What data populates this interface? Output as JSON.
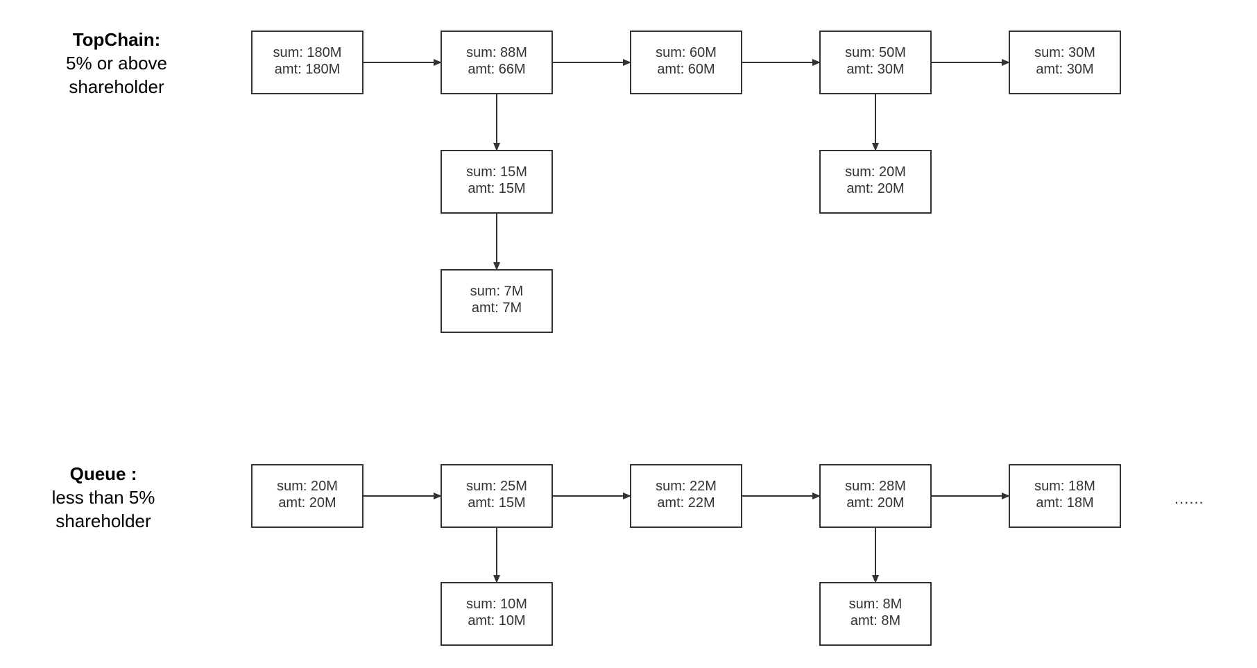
{
  "sections": {
    "top": {
      "title": "TopChain:",
      "line1": "5% or above",
      "line2": "shareholder"
    },
    "queue": {
      "title": "Queue :",
      "line1": "less than 5%",
      "line2": "shareholder"
    }
  },
  "more_marker": "......",
  "nodes": [
    {
      "id": "t1",
      "sum": "sum: 180M",
      "amt": "amt: 180M"
    },
    {
      "id": "t2",
      "sum": "sum: 88M",
      "amt": "amt: 66M"
    },
    {
      "id": "t3",
      "sum": "sum: 60M",
      "amt": "amt: 60M"
    },
    {
      "id": "t4",
      "sum": "sum: 50M",
      "amt": "amt: 30M"
    },
    {
      "id": "t5",
      "sum": "sum: 30M",
      "amt": "amt: 30M"
    },
    {
      "id": "t2a",
      "sum": "sum: 15M",
      "amt": "amt: 15M"
    },
    {
      "id": "t2b",
      "sum": "sum: 7M",
      "amt": "amt: 7M"
    },
    {
      "id": "t4a",
      "sum": "sum: 20M",
      "amt": "amt: 20M"
    },
    {
      "id": "q1",
      "sum": "sum: 20M",
      "amt": "amt: 20M"
    },
    {
      "id": "q2",
      "sum": "sum: 25M",
      "amt": "amt: 15M"
    },
    {
      "id": "q3",
      "sum": "sum: 22M",
      "amt": "amt: 22M"
    },
    {
      "id": "q4",
      "sum": "sum: 28M",
      "amt": "amt: 20M"
    },
    {
      "id": "q5",
      "sum": "sum: 18M",
      "amt": "amt: 18M"
    },
    {
      "id": "q2a",
      "sum": "sum: 10M",
      "amt": "amt: 10M"
    },
    {
      "id": "q4a",
      "sum": "sum: 8M",
      "amt": "amt: 8M"
    }
  ],
  "edges": [
    {
      "from": "t1",
      "to": "t2"
    },
    {
      "from": "t2",
      "to": "t3"
    },
    {
      "from": "t3",
      "to": "t4"
    },
    {
      "from": "t4",
      "to": "t5"
    },
    {
      "from": "t2",
      "to": "t2a"
    },
    {
      "from": "t2a",
      "to": "t2b"
    },
    {
      "from": "t4",
      "to": "t4a"
    },
    {
      "from": "q1",
      "to": "q2"
    },
    {
      "from": "q2",
      "to": "q3"
    },
    {
      "from": "q3",
      "to": "q4"
    },
    {
      "from": "q4",
      "to": "q5"
    },
    {
      "from": "q2",
      "to": "q2a"
    },
    {
      "from": "q4",
      "to": "q4a"
    }
  ],
  "colors": {
    "stroke": "#333333",
    "box_fill": "#ffffff",
    "text": "#333333",
    "title": "#000000"
  }
}
